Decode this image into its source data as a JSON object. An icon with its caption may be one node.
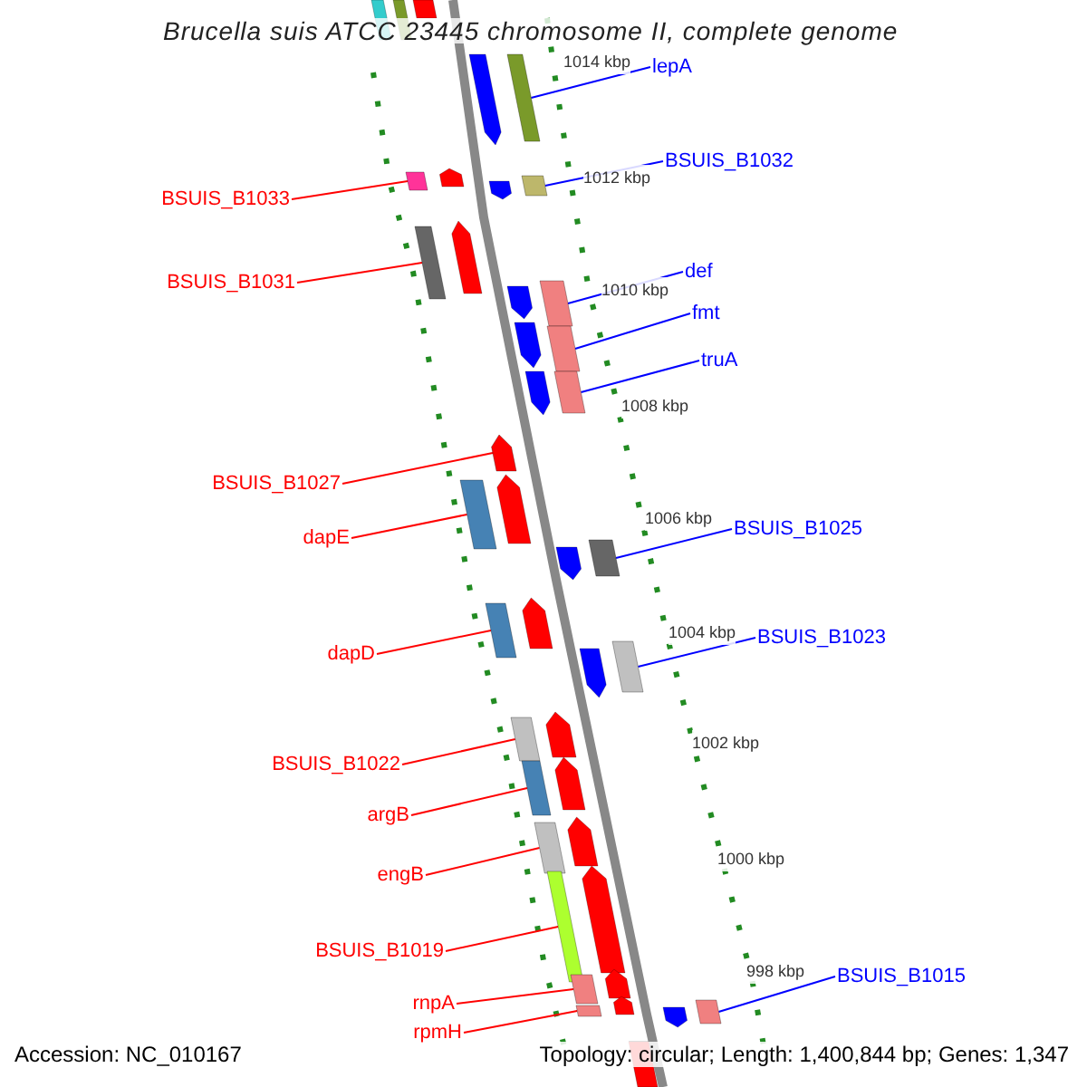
{
  "diagram": {
    "title": "Brucella suis ATCC 23445 chromosome II, complete genome",
    "nodes": [
      {
        "text": [
          "lepA"
        ]
      },
      {
        "text": [
          "BSUIS_B1032"
        ]
      },
      {
        "text": [
          "BSUIS_B1033"
        ]
      },
      {
        "text": [
          "def"
        ]
      },
      {
        "text": [
          "BSUIS_B1031"
        ]
      },
      {
        "text": [
          "fmt"
        ]
      },
      {
        "text": [
          "truA"
        ]
      },
      {
        "text": [
          "BSUIS_B1027"
        ]
      },
      {
        "text": [
          "BSUIS_B1025"
        ]
      },
      {
        "text": [
          "dapE"
        ]
      },
      {
        "text": [
          "BSUIS_B1023"
        ]
      },
      {
        "text": [
          "dapD"
        ]
      },
      {
        "text": [
          "BSUIS_B1022"
        ]
      },
      {
        "text": [
          "argB"
        ]
      },
      {
        "text": [
          "engB"
        ]
      },
      {
        "text": [
          "BSUIS_B1019"
        ]
      },
      {
        "text": [
          "BSUIS_B1015"
        ]
      },
      {
        "text": [
          "rnpA"
        ]
      },
      {
        "text": [
          "rpmH"
        ]
      },
      {
        "text": [],
        "shape": "box"
      },
      {
        "text": [],
        "shape": "box"
      },
      {
        "text": [],
        "shape": "box"
      },
      {
        "text": [],
        "shape": "box"
      },
      {
        "text": [],
        "shape": "box"
      },
      {
        "text": [],
        "shape": "box"
      },
      {
        "text": [],
        "shape": "box"
      },
      {
        "text": [],
        "shape": "arrow"
      },
      {
        "text": [],
        "shape": "box"
      },
      {
        "text": [],
        "shape": "box"
      },
      {
        "text": [],
        "shape": "box"
      },
      {
        "text": [],
        "shape": "box"
      },
      {
        "text": [],
        "shape": "box"
      },
      {
        "text": [],
        "shape": "box"
      },
      {
        "text": [],
        "shape": "box"
      },
      {
        "text": [],
        "shape": "box"
      },
      {
        "text": [],
        "shape": "box"
      },
      {
        "text": [],
        "shape": "box"
      },
      {
        "text": [],
        "shape": "box"
      }
    ],
    "edges": [
      {
        "from": 0,
        "to": 19,
        "arrow": "none",
        "color": "#0000ff"
      },
      {
        "from": 1,
        "to": 20,
        "arrow": "none",
        "color": "#0000ff"
      },
      {
        "from": 2,
        "to": 21,
        "arrow": "none"
      },
      {
        "from": 3,
        "to": 22,
        "arrow": "none",
        "color": "#0000ff"
      },
      {
        "from": 4,
        "to": 23,
        "arrow": "none"
      },
      {
        "from": 5,
        "to": 24,
        "arrow": "none",
        "color": "#0000ff"
      },
      {
        "from": 6,
        "to": 25,
        "arrow": "none",
        "color": "#0000ff"
      },
      {
        "from": 7,
        "to": 26,
        "arrow": "none"
      },
      {
        "from": 8,
        "to": 27,
        "arrow": "none",
        "color": "#0000ff"
      },
      {
        "from": 9,
        "to": 28,
        "arrow": "none"
      },
      {
        "from": 10,
        "to": 29,
        "arrow": "none",
        "color": "#0000ff"
      },
      {
        "from": 11,
        "to": 30,
        "arrow": "none"
      },
      {
        "from": 12,
        "to": 31,
        "arrow": "none"
      },
      {
        "from": 13,
        "to": 32,
        "arrow": "none"
      },
      {
        "from": 14,
        "to": 33,
        "arrow": "none"
      },
      {
        "from": 15,
        "to": 34,
        "arrow": "none"
      },
      {
        "from": 16,
        "to": 35,
        "arrow": "none",
        "color": "#0000ff"
      },
      {
        "from": 17,
        "to": 36,
        "arrow": "none"
      },
      {
        "from": 18,
        "to": 37,
        "arrow": "none"
      }
    ],
    "labels": [
      "1014 kbp",
      "1012 kbp",
      "1010 kbp",
      "1008 kbp",
      "1006 kbp",
      "1004 kbp",
      "1002 kbp",
      "1000 kbp",
      "998 kbp",
      "Accession: NC_010167",
      "Topology: circular; Length: 1,400,844 bp; Genes: 1,347"
    ]
  }
}
